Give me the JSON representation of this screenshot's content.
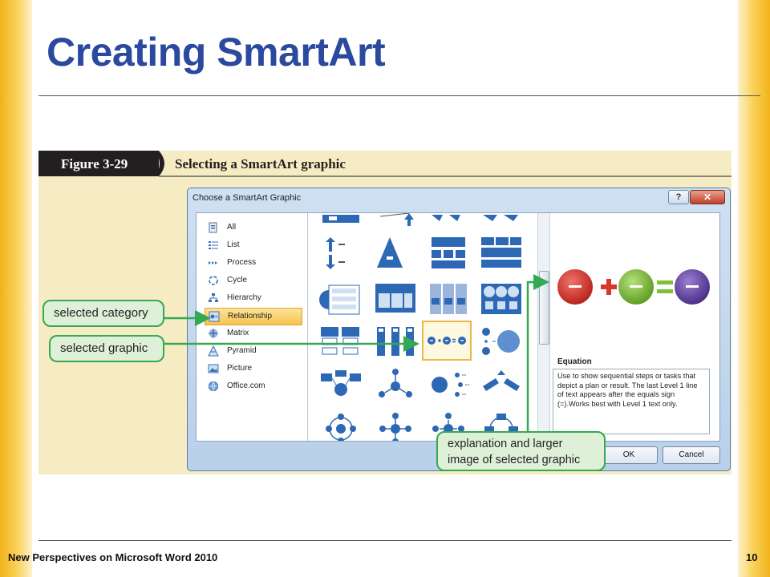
{
  "slide": {
    "title": "Creating SmartArt",
    "footer": "New Perspectives on Microsoft Word 2010",
    "page_number": "10"
  },
  "figure": {
    "number": "Figure 3-29",
    "caption": "Selecting a SmartArt graphic"
  },
  "dialog": {
    "title": "Choose a SmartArt Graphic",
    "help_label": "?",
    "close_label": "✕",
    "categories": [
      {
        "label": "All",
        "icon": "all-icon"
      },
      {
        "label": "List",
        "icon": "list-icon"
      },
      {
        "label": "Process",
        "icon": "process-icon"
      },
      {
        "label": "Cycle",
        "icon": "cycle-icon"
      },
      {
        "label": "Hierarchy",
        "icon": "hierarchy-icon"
      },
      {
        "label": "Relationship",
        "icon": "relationship-icon",
        "selected": true
      },
      {
        "label": "Matrix",
        "icon": "matrix-icon"
      },
      {
        "label": "Pyramid",
        "icon": "pyramid-icon"
      },
      {
        "label": "Picture",
        "icon": "picture-icon"
      },
      {
        "label": "Office.com",
        "icon": "globe-icon"
      }
    ],
    "preview": {
      "name": "Equation",
      "description": "Use to show sequential steps or tasks that depict a plan or result. The last Level 1 line of text appears after the equals sign (=).Works best with Level 1 text only."
    },
    "ok_label": "OK",
    "cancel_label": "Cancel"
  },
  "callouts": {
    "selected_category": "selected category",
    "selected_graphic": "selected graphic",
    "explanation_line1": "explanation and larger",
    "explanation_line2": "image of selected graphic"
  },
  "colors": {
    "title_blue": "#2b4a9f",
    "callout_green": "#34a853",
    "callout_fill": "#dff0d8",
    "smartart_blue": "#2d68b5",
    "circle_red": "#d8372e",
    "circle_green": "#7fbf3a",
    "circle_purple": "#6a4aa8"
  }
}
